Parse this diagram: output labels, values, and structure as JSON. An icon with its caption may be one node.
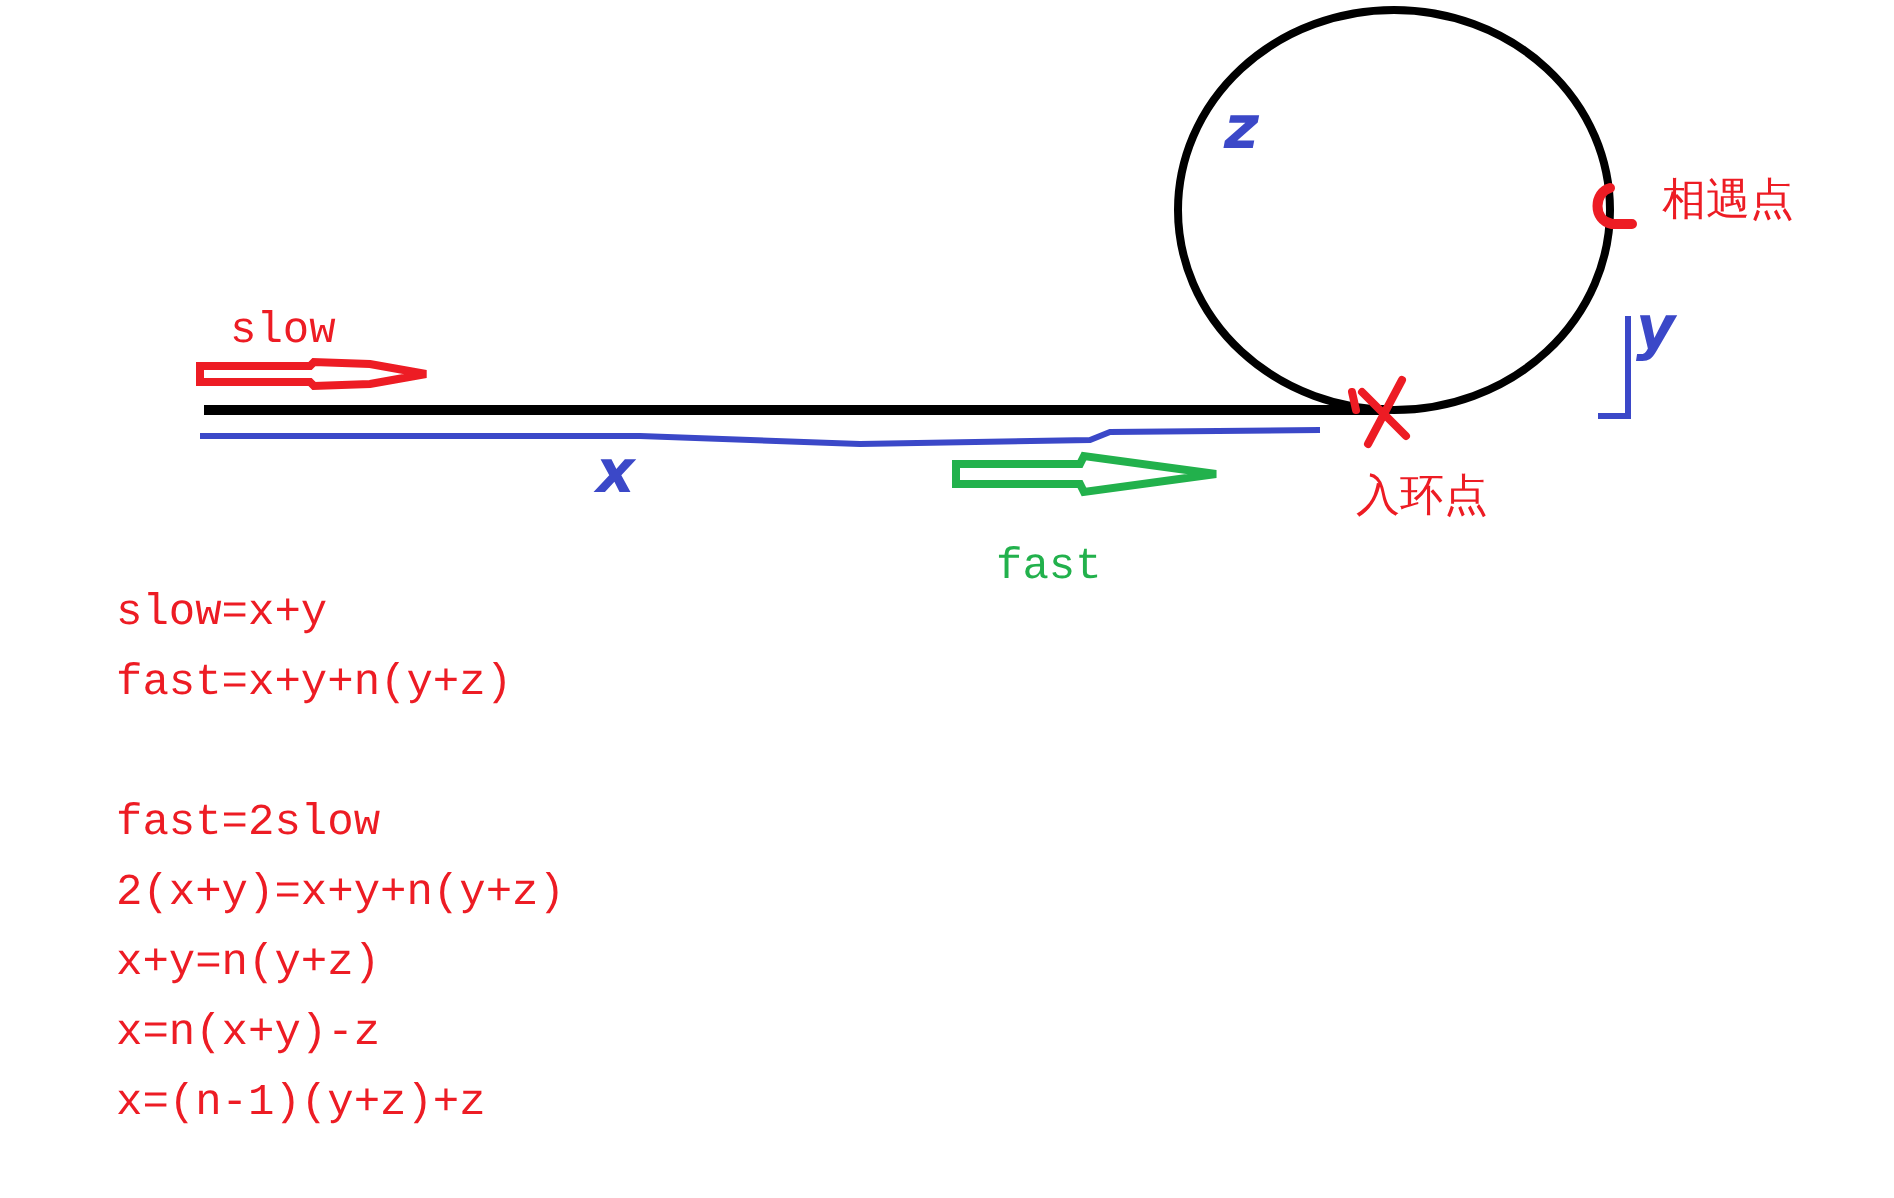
{
  "diagram": {
    "labels": [
      "z",
      "相遇点",
      "slow",
      "y",
      "x",
      "入环点",
      "fast",
      "slow=x+y",
      "fast=x+y+n(y+z)",
      "fast=2slow",
      "2(x+y)=x+y+n(y+z)",
      "x+y=n(y+z)",
      "x=n(x+y)-z",
      "x=(n-1)(y+z)+z"
    ]
  }
}
